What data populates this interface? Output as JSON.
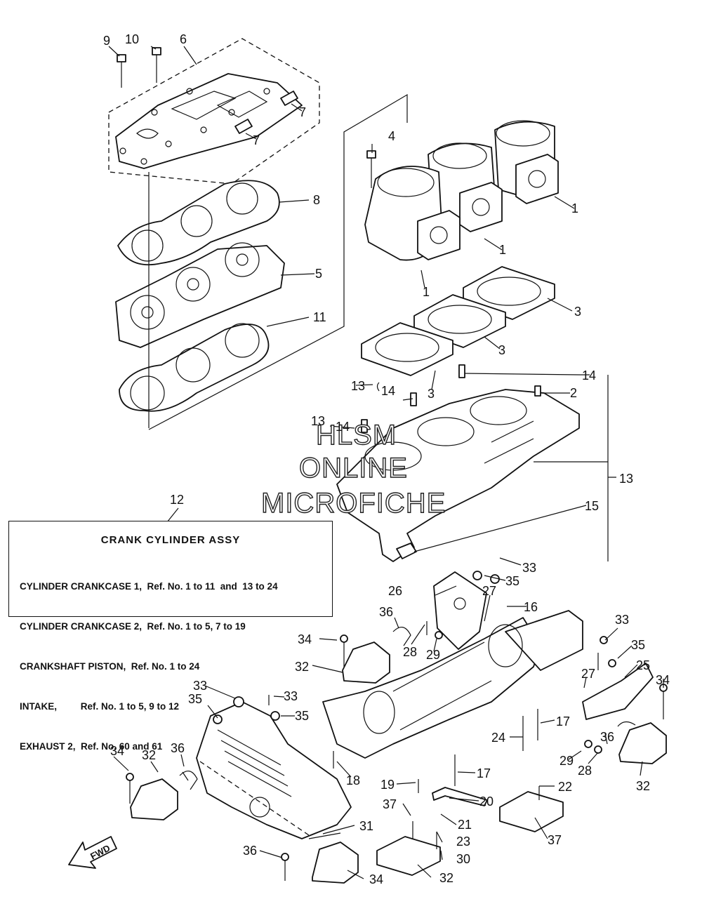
{
  "legend": {
    "callout": "12",
    "title": "CRANK  CYLINDER  ASSY",
    "rows": [
      "CYLINDER CRANKCASE 1,  Ref. No. 1 to 11  and  13 to 24",
      "CYLINDER CRANKCASE 2,  Ref. No. 1 to 5, 7 to 19",
      "CRANKSHAFT PISTON,  Ref. No. 1 to 24",
      "INTAKE,         Ref. No. 1 to 5, 9 to 12",
      "EXHAUST 2,  Ref. No. 60 and 61"
    ]
  },
  "watermark": [
    "HLSM",
    "ONLINE",
    "MICROFICHE"
  ],
  "fwd_label": "FWD",
  "callouts": [
    "9",
    "10",
    "6",
    "7",
    "7",
    "8",
    "5",
    "11",
    "4",
    "1",
    "1",
    "1",
    "3",
    "3",
    "3",
    "14",
    "2",
    "13",
    "14",
    "13",
    "14",
    "13",
    "15",
    "33",
    "35",
    "26",
    "27",
    "16",
    "36",
    "28",
    "29",
    "34",
    "32",
    "33",
    "35",
    "25",
    "27",
    "34",
    "17",
    "24",
    "36",
    "29",
    "28",
    "32",
    "18",
    "19",
    "17",
    "33",
    "33",
    "35",
    "35",
    "34",
    "32",
    "36",
    "20",
    "37",
    "21",
    "23",
    "22",
    "37",
    "31",
    "36",
    "34",
    "32",
    "30"
  ]
}
